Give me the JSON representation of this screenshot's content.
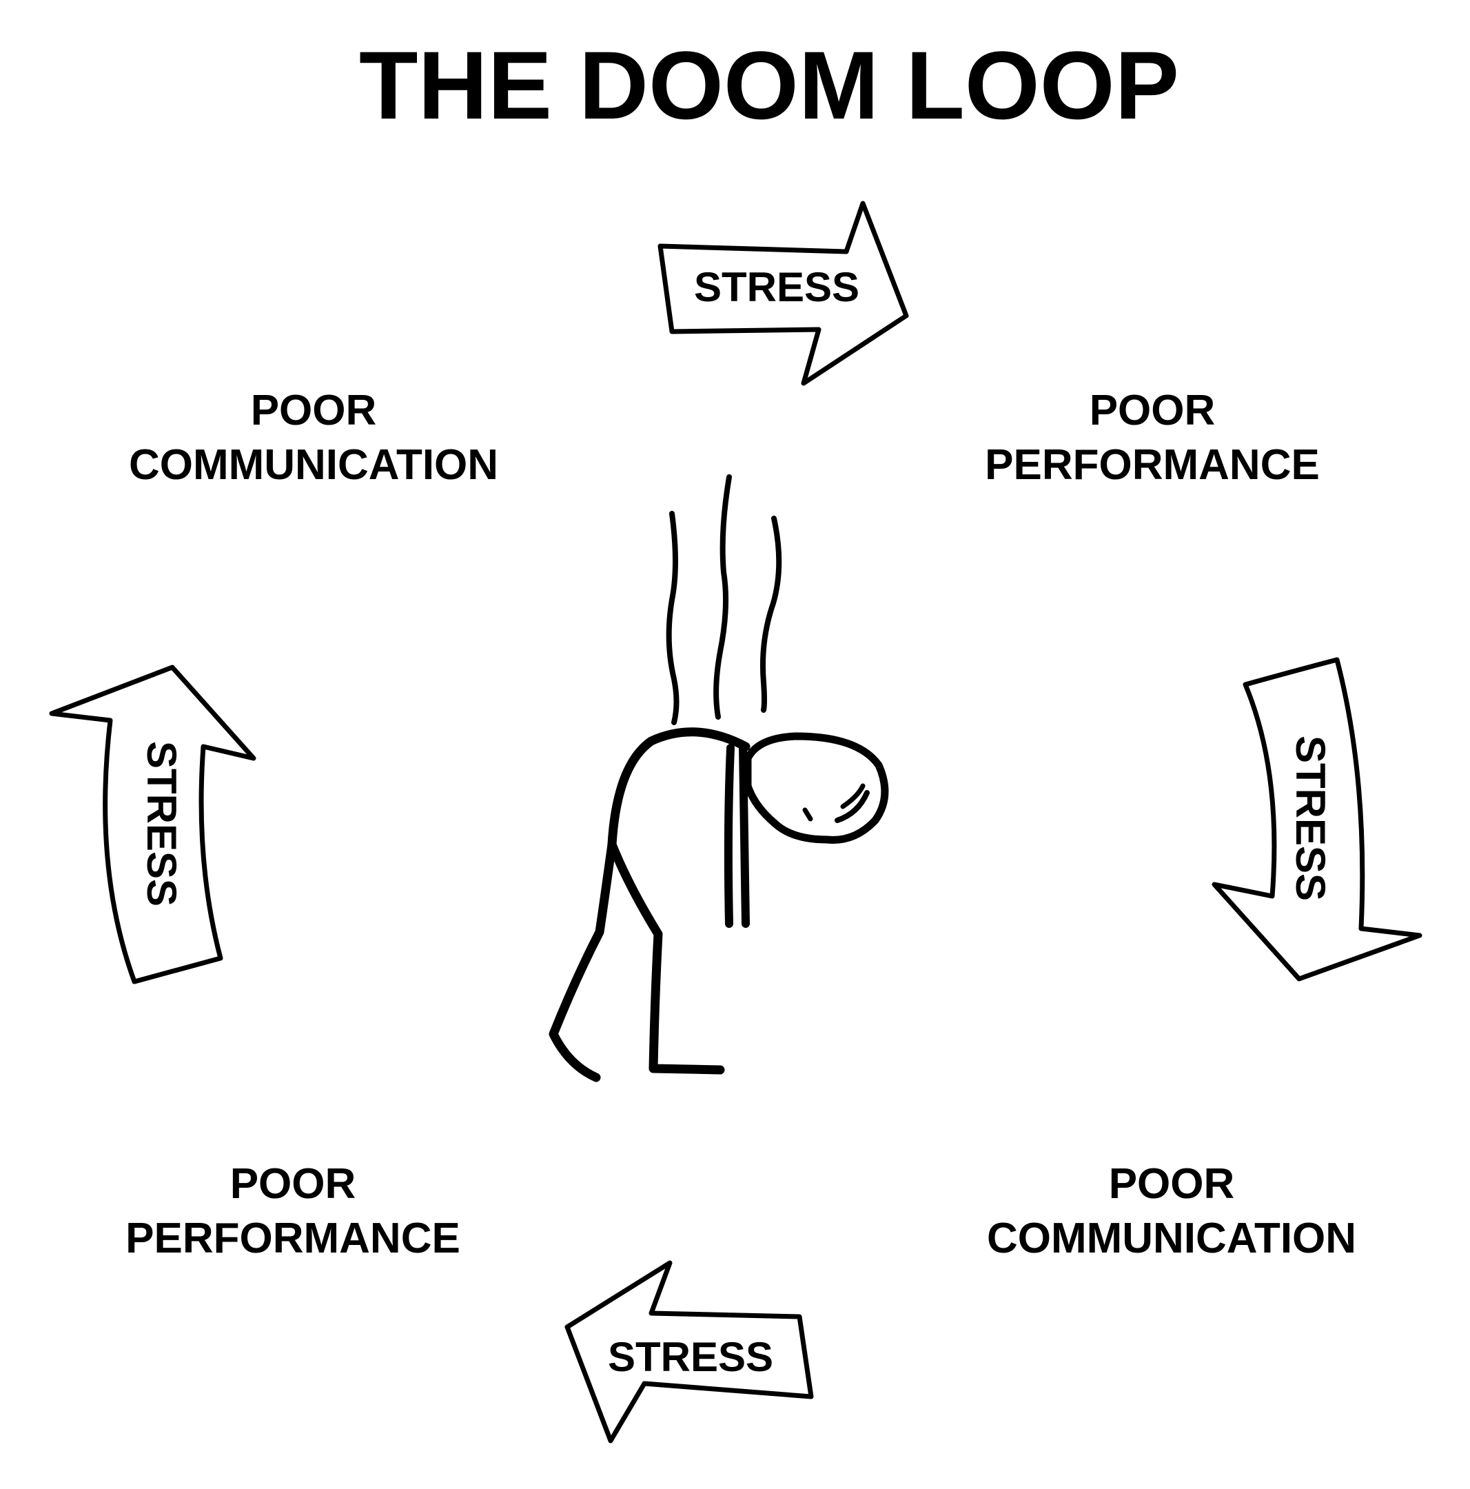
{
  "title": "THE DOOM LOOP",
  "nodes": {
    "top_left": {
      "line1": "POOR",
      "line2": "COMMUNICATION"
    },
    "top_right": {
      "line1": "POOR",
      "line2": "PERFORMANCE"
    },
    "bottom_right": {
      "line1": "POOR",
      "line2": "COMMUNICATION"
    },
    "bottom_left": {
      "line1": "POOR",
      "line2": "PERFORMANCE"
    }
  },
  "arrows": {
    "top": "STRESS",
    "right": "STRESS",
    "bottom": "STRESS",
    "left": "STRESS"
  },
  "colors": {
    "ink": "#000000",
    "background": "#ffffff"
  },
  "icons": {
    "center_figure": "slumped-stick-figure-icon",
    "stress_lines": "stress-lines-icon",
    "flow_arrow": "arrow-icon"
  }
}
